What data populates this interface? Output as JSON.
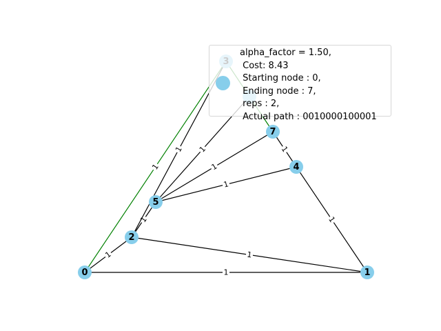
{
  "graph": {
    "node_color": "#87ceeb",
    "default_edge_color": "#000000",
    "path_edge_color": "#008000",
    "nodes": [
      {
        "id": "0",
        "label": "0"
      },
      {
        "id": "1",
        "label": "1"
      },
      {
        "id": "2",
        "label": "2"
      },
      {
        "id": "3",
        "label": "3"
      },
      {
        "id": "4",
        "label": "4"
      },
      {
        "id": "5",
        "label": "5"
      },
      {
        "id": "6",
        "label": ""
      },
      {
        "id": "7",
        "label": "7"
      }
    ],
    "edges": [
      {
        "source": "0",
        "target": "1",
        "weight": "1",
        "in_path": false
      },
      {
        "source": "0",
        "target": "2",
        "weight": "1",
        "in_path": false
      },
      {
        "source": "0",
        "target": "3",
        "weight": "1",
        "in_path": true
      },
      {
        "source": "2",
        "target": "1",
        "weight": "1",
        "in_path": false
      },
      {
        "source": "2",
        "target": "5",
        "weight": "1",
        "in_path": false
      },
      {
        "source": "2",
        "target": "3",
        "weight": "1",
        "in_path": false
      },
      {
        "source": "5",
        "target": "6",
        "weight": "1",
        "in_path": false
      },
      {
        "source": "5",
        "target": "7",
        "weight": "1",
        "in_path": false
      },
      {
        "source": "5",
        "target": "4",
        "weight": "1",
        "in_path": false
      },
      {
        "source": "4",
        "target": "1",
        "weight": "1",
        "in_path": false
      },
      {
        "source": "4",
        "target": "7",
        "weight": "1",
        "in_path": false
      },
      {
        "source": "3",
        "target": "6",
        "weight": "",
        "in_path": true
      },
      {
        "source": "6",
        "target": "7",
        "weight": "",
        "in_path": true
      }
    ]
  },
  "legend": {
    "lines": [
      "alpha_factor = 1.50,",
      " Cost: 8.43",
      " Starting node : 0,",
      " Ending node : 7,",
      " reps : 2,",
      " Actual path : 0010000100001"
    ]
  }
}
